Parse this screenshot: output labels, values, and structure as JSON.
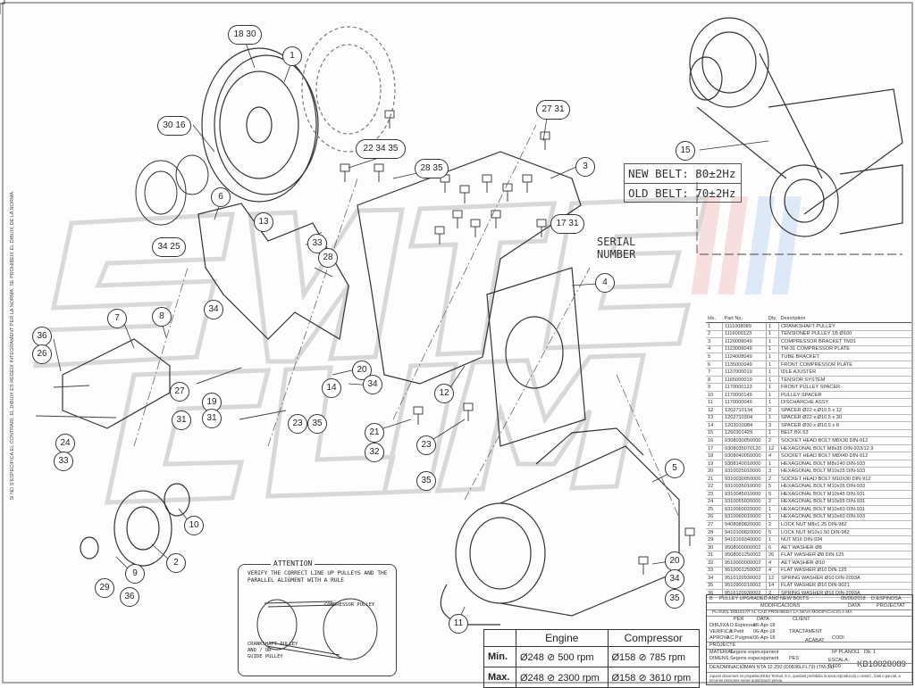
{
  "side_text": "SI NO S'ESPECIFICA EL CONTRARI, EL DIBUIX ES REGEIX INTEGRAMENT PER LA NORMA. SE PROHIBEIX EL DIBUIX DE LA NORMA.",
  "belt_spec": {
    "new": "NEW BELT: 80±2Hz",
    "old": "OLD BELT: 70±2Hz"
  },
  "serial_label": [
    "SERIAL",
    "NUMBER"
  ],
  "attention": {
    "title": "ATTENTION",
    "text": [
      "VERIFY THE CORRECT LINE UP PULLEYS AND THE",
      "PARALLEL ALIGMENT WITH A RULE"
    ],
    "compressor_pulley": "COMPRESSOR PULLEY",
    "crankshaft_pulley": [
      "CRANKSHAFT PULLEY",
      "AND / OR",
      "GUIDE PULLEY"
    ]
  },
  "speed_table": {
    "headers": [
      "",
      "Engine",
      "Compressor"
    ],
    "rows": [
      {
        "label": "Min.",
        "engine": "Ø248 ⊘ 500 rpm",
        "compressor": "Ø158 ⊘ 785 rpm"
      },
      {
        "label": "Max.",
        "engine": "Ø248 ⊘ 2300 rpm",
        "compressor": "Ø158 ⊘ 3610 rpm"
      }
    ]
  },
  "parts_table": {
    "headers": [
      "Idx.",
      "Part No.",
      "Qty.",
      "Description"
    ],
    "rows": [
      [
        "1",
        "1111008089",
        "1",
        "CRANKSHAFT PULLEY"
      ],
      [
        "2",
        "1116000123",
        "1",
        "TENSIONER PULLEY 1B Ø100"
      ],
      [
        "3",
        "1120008049",
        "1",
        "COMPRESSOR BRACKET TM31"
      ],
      [
        "4",
        "1123008049",
        "1",
        "TM-31 COMPRESSOR PLATE"
      ],
      [
        "5",
        "1124008049",
        "1",
        "TUBE BRACKET"
      ],
      [
        "6",
        "1135000049",
        "1",
        "FRONT COMPRESSOR PLATE"
      ],
      [
        "7",
        "1137000019",
        "1",
        "IDLE AJUSTER"
      ],
      [
        "8",
        "1165000019",
        "1",
        "TENSIOR SYSTEM"
      ],
      [
        "9",
        "1170000123",
        "1",
        "FRONT PULLEY SPACER"
      ],
      [
        "10",
        "1170000149",
        "1",
        "PULLEY SPACER"
      ],
      [
        "11",
        "1170000049",
        "1",
        "DISCHARCHE ASSY."
      ],
      [
        "12",
        "1202710134",
        "2",
        "SPACER Ø22 x Ø10.5 x 12"
      ],
      [
        "13",
        "1202710304",
        "1",
        "SPACER Ø22 x Ø10.5 x 30"
      ],
      [
        "14",
        "1203010084",
        "3",
        "SPACER Ø30 x Ø10.5 x 8"
      ],
      [
        "15",
        "1260301429",
        "1",
        "BELT BX-53"
      ],
      [
        "16",
        "9308030050000",
        "2",
        "SOCKET HEAD BOLT M8X30 DIN-912"
      ],
      [
        "17",
        "9308035070120",
        "12",
        "HEXAGONAL BOLT M8x35 DIN-933/12.9"
      ],
      [
        "18",
        "9308040050000",
        "4",
        "SOCKET HEAD BOLT M8X40 DIN-912"
      ],
      [
        "19",
        "9308140010000",
        "1",
        "HEXAGONAL BOLT M8x140 DIN-933"
      ],
      [
        "20",
        "9310025010000",
        "3",
        "HEXAGONAL BOLT M10x25 DIN-933"
      ],
      [
        "21",
        "9310030050000",
        "2",
        "SOCKET HEAD BOLT M10X30 DIN-912"
      ],
      [
        "22",
        "9310035010000",
        "5",
        "HEXAGONAL BOLT M10x35 DIN-933"
      ],
      [
        "23",
        "9310045010000",
        "5",
        "HEXAGONAL BOLT M10x45 DIN-931"
      ],
      [
        "24",
        "9310055020000",
        "2",
        "HEXAGONAL BOLT M10x55 DIN-931"
      ],
      [
        "25",
        "9310060020000",
        "1",
        "HEXAGONAL BOLT M10x60 DIN-931"
      ],
      [
        "26",
        "9310060010000",
        "1",
        "HEXAGONAL BOLT M10x60 DIN-933"
      ],
      [
        "27",
        "9408089820000",
        "2",
        "LOCK NUT M8x1.25 DIN-982"
      ],
      [
        "28",
        "9410109820000",
        "5",
        "LOCK NUT M10x1.50 DIN-982"
      ],
      [
        "29",
        "9410169340000",
        "1",
        "NUT M16 DIN-934"
      ],
      [
        "30",
        "9508000000002",
        "6",
        "AET WASHER Ø8"
      ],
      [
        "31",
        "9508001250002",
        "26",
        "FLAT WASHER Ø8 DIN-125"
      ],
      [
        "32",
        "9510000000002",
        "4",
        "AET WASHER Ø10"
      ],
      [
        "33",
        "9510001250002",
        "4",
        "FLAT WASHER Ø10 DIN-125"
      ],
      [
        "34",
        "9510120930002",
        "12",
        "SPRING WASHER Ø10 DIN-2093A"
      ],
      [
        "35",
        "9510900210002",
        "14",
        "FLAT WASHER Ø10 DIN-9021"
      ],
      [
        "36",
        "9516120930002",
        "2",
        "SPRING WASHER Ø16 DIN-2093A"
      ]
    ]
  },
  "title_block": {
    "mod_b": "B",
    "mod_b_text": "PULLEY UPGRADED AND NEW BOLTS",
    "mod_b_date": "05/06/2018",
    "mod_b_by": "D.ESPINOSA",
    "modifications": "MODIFICACIONS",
    "data": "DATA",
    "proyectat": "PROJECTAT",
    "warning": "PLANOL DIBUIXAT AL CAD PROHIBIDA LA SEVA MODIFICACIÓ A MÀ",
    "client": "CLIENT",
    "per": "PER",
    "dibuixa": "DIBUIXA",
    "dibuixa_name": "D.Espinosa",
    "dibuixa_date": "06-Apr-18",
    "verifica": "VERIFICA",
    "verifica_name": "J.Petit",
    "verifica_date": "06-Apr-18",
    "aprova": "APROVA",
    "aprova_name": "J.C.Puigmal",
    "aprova_date": "06-Apr-18",
    "tractament": "TRACTAMENT",
    "projecte": "PROJECTE",
    "acabat": "ACABAT",
    "codi": "CODI",
    "material": "MATERIAL",
    "material_val": "Segons especejament",
    "dimensions": "DIMENS.",
    "dimensions_val": "Segons especejament",
    "pes": "PES",
    "plan_no": "Nº PLANOL",
    "plan_val": "1",
    "de": "DE",
    "de_val": "1",
    "escala": "ESCALA",
    "escala_val": "0.600",
    "denominacio": "DENOMINACIÓ",
    "denominacio_val": "MAN NTA 12.250 (D0836LFL79) (TM-31)",
    "code": "KB18028089",
    "footer": "Aquest document es propietat d'Eiko Termal, S.A. quedant prohibida la seva reproducció o cessió , total o parcial, a terceres persones sense autorització prèvia."
  },
  "callouts": [
    {
      "t": "18 30",
      "dbl": true
    },
    {
      "t": "1"
    },
    {
      "t": "30 16",
      "dbl": true
    },
    {
      "t": "27 31",
      "dbl": true
    },
    {
      "t": "22 34 35"
    },
    {
      "t": "28 35",
      "dbl": true
    },
    {
      "t": "3"
    },
    {
      "t": "6"
    },
    {
      "t": "13"
    },
    {
      "t": "34 25",
      "dbl": true
    },
    {
      "t": "33"
    },
    {
      "t": "28"
    },
    {
      "t": "17 31",
      "dbl": true
    },
    {
      "t": "15"
    },
    {
      "t": "4"
    },
    {
      "t": "7"
    },
    {
      "t": "8"
    },
    {
      "t": "36"
    },
    {
      "t": "26"
    },
    {
      "t": "27"
    },
    {
      "t": "19"
    },
    {
      "t": "31"
    },
    {
      "t": "31"
    },
    {
      "t": "24"
    },
    {
      "t": "33"
    },
    {
      "t": "14"
    },
    {
      "t": "20"
    },
    {
      "t": "34"
    },
    {
      "t": "12"
    },
    {
      "t": "21"
    },
    {
      "t": "32"
    },
    {
      "t": "23"
    },
    {
      "t": "35"
    },
    {
      "t": "23"
    },
    {
      "t": "34"
    },
    {
      "t": "35"
    },
    {
      "t": "5"
    },
    {
      "t": "10"
    },
    {
      "t": "2"
    },
    {
      "t": "9"
    },
    {
      "t": "29"
    },
    {
      "t": "36"
    },
    {
      "t": "20"
    },
    {
      "t": "34"
    },
    {
      "t": "35"
    },
    {
      "t": "11"
    }
  ]
}
